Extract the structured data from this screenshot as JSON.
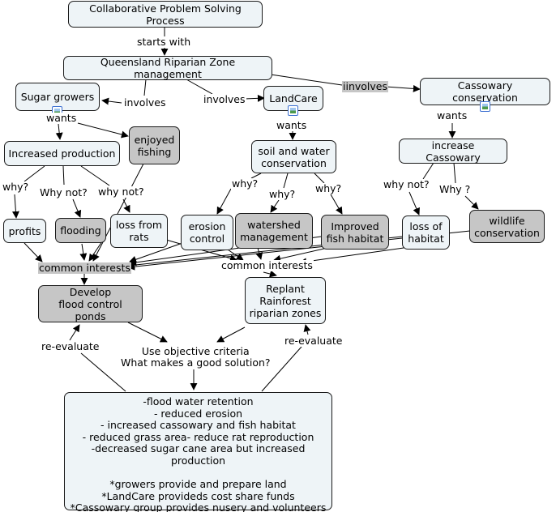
{
  "nodes": {
    "process": "Collaborative Problem Solving Process",
    "qld": "Queensland Riparian Zone management",
    "sugar": "Sugar growers",
    "landcare": "LandCare",
    "cassowary": "Cassowary conservation",
    "enjoyed": "enjoyed\nfishing",
    "increased": "Increased production",
    "soil": "soil and water\nconservation",
    "inc_cass": "increase Cassowary",
    "profits": "profits",
    "flooding": "flooding",
    "rats": "loss from\nrats",
    "erosion": "erosion\ncontrol",
    "watershed": "watershed\nmanagement",
    "fish": "Improved\nfish habitat",
    "loss_hab": "loss of\nhabitat",
    "wildlife": "wildlife\nconservation",
    "ponds": "Develop\nflood control ponds",
    "replant": "Replant\nRainforest\nriparian zones",
    "summary": "-flood water retention\n- reduced erosion\n- increased cassowary and fish habitat\n- reduced grass area- reduce rat reproduction\n-decreased sugar cane area but increased production\n\n*growers provide and prepare land\n*LandCare provideds cost share funds\n*Cassowary  group provides nusery and volunteers"
  },
  "labels": {
    "starts_with": "starts with",
    "involves_left": "involves",
    "involves_mid": "involves",
    "iinvolves": "iinvolves",
    "wants_sugar": "wants",
    "wants_land": "wants",
    "wants_cass": "wants",
    "why_profits": "why?",
    "whynot_flood": "Why not?",
    "whynot_rats": "why not?",
    "why_erosion": "why?",
    "why_watershed": "why?",
    "why_fish": "why?",
    "whynot_habitat": "why not?",
    "why_wildlife": "Why ?",
    "common_left": "common interests",
    "common_right": "common interests",
    "reeval_left": "re-evaluate",
    "reeval_right": "re-evaluate",
    "criteria": "Use objective criteria\nWhat makes a good solution?"
  },
  "icons": [
    "image-icon",
    "image-icon",
    "image-icon"
  ],
  "colors": {
    "light_node": "#eef4f7",
    "dark_node": "#c6c6c6",
    "line": "#000000"
  }
}
